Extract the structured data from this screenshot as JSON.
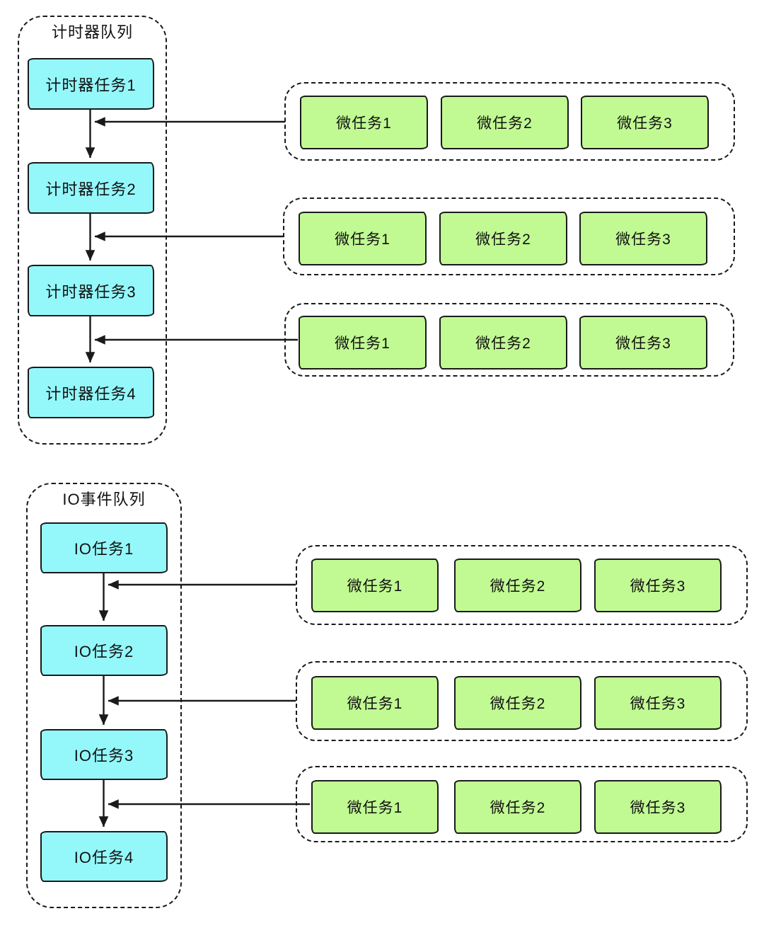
{
  "colors": {
    "task_fill": "#94f8fb",
    "micro_fill": "#c1fa93",
    "stroke": "#1a1a1a",
    "background": "#ffffff"
  },
  "timer_queue": {
    "title": "计时器队列",
    "tasks": [
      "计时器任务1",
      "计时器任务2",
      "计时器任务3",
      "计时器任务4"
    ]
  },
  "io_queue": {
    "title": "IO事件队列",
    "tasks": [
      "IO任务1",
      "IO任务2",
      "IO任务3",
      "IO任务4"
    ]
  },
  "microtask_labels": [
    "微任务1",
    "微任务2",
    "微任务3"
  ]
}
